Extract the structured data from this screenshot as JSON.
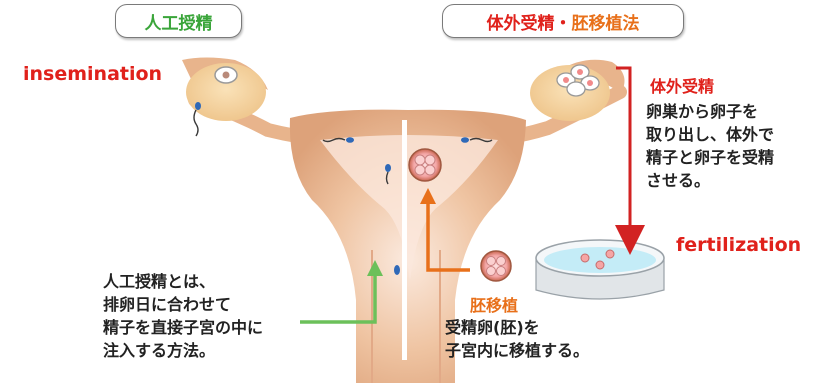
{
  "labels": {
    "ai_title": "人工授精",
    "ivf_title_part1": "体外受精",
    "ivf_title_sep": "・",
    "ivf_title_part2": "胚移植法",
    "insemination_en": "insemination",
    "fertilization_en": "fertilization",
    "ivf_heading": "体外受精",
    "ivf_desc": [
      "卵巣から卵子を",
      "取り出し、体外で",
      "精子と卵子を受精",
      "させる。"
    ],
    "ai_desc": [
      "人工授精とは、",
      "排卵日に合わせて",
      "精子を直接子宮の中に",
      "注入する方法。"
    ],
    "et_heading": "胚移植",
    "et_desc": [
      "受精卵(胚)を",
      "子宮内に移植する。"
    ]
  },
  "colors": {
    "uterus": "#e8b48c",
    "uterus_inner": "#f7dcc6",
    "ovary": "#f2cf98",
    "green_title": "#3aa53a",
    "red": "#e0211b",
    "orange": "#e8701a",
    "green_arrow": "#6cc05a",
    "red_arrow": "#d22222",
    "orange_arrow": "#e8701a",
    "dish": "#dfe3e6",
    "water": "#bfe9f5"
  }
}
